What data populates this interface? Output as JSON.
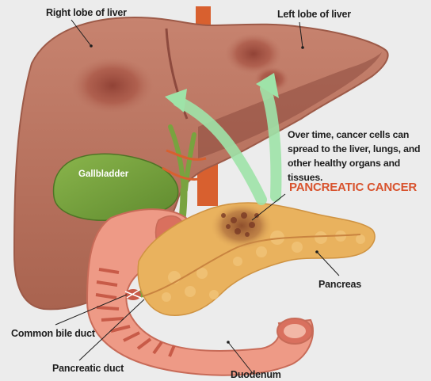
{
  "labels": {
    "right_lobe": "Right lobe of liver",
    "left_lobe": "Left lobe of liver",
    "gallbladder": "Gallbladder",
    "pancreas": "Pancreas",
    "common_bile_duct": "Common bile duct",
    "pancreatic_duct": "Pancreatic duct",
    "duodenum": "Duodenum"
  },
  "title": "PANCREATIC CANCER",
  "caption": "Over time, cancer cells can spread to the liver, lungs, and other healthy organs and tissues.",
  "colors": {
    "background": "#ececec",
    "liver": "#b9725f",
    "liver_dark": "#8d4a3e",
    "gallbladder": "#78a33f",
    "pancreas": "#e9b25e",
    "duodenum": "#ee9a86",
    "tumor": "#9b4a3a",
    "arrow": "#9ee3a8",
    "accent": "#d8532e"
  }
}
